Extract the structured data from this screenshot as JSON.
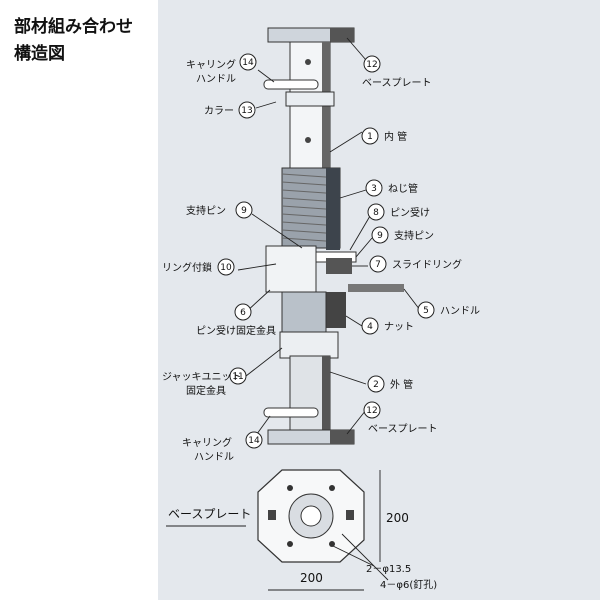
{
  "heading": {
    "line1": "部材組み合わせ",
    "line2": "構造図"
  },
  "callouts": [
    {
      "id": "cl-14-top",
      "num": "14",
      "label_lines": [
        "キャリング",
        "ハンドル"
      ]
    },
    {
      "id": "cl-12-top",
      "num": "12",
      "label_lines": [
        "ベースプレート"
      ]
    },
    {
      "id": "cl-13",
      "num": "13",
      "label_lines": [
        "カラー"
      ]
    },
    {
      "id": "cl-1",
      "num": "1",
      "label_lines": [
        "内 管"
      ]
    },
    {
      "id": "cl-3",
      "num": "3",
      "label_lines": [
        "ねじ管"
      ]
    },
    {
      "id": "cl-9-left",
      "num": "9",
      "label_lines": [
        "支持ピン"
      ]
    },
    {
      "id": "cl-8",
      "num": "8",
      "label_lines": [
        "ピン受け"
      ]
    },
    {
      "id": "cl-9-right",
      "num": "9",
      "label_lines": [
        "支持ピン"
      ]
    },
    {
      "id": "cl-10",
      "num": "10",
      "label_lines": [
        "リング付鎖"
      ]
    },
    {
      "id": "cl-7",
      "num": "7",
      "label_lines": [
        "スライドリング"
      ]
    },
    {
      "id": "cl-5",
      "num": "5",
      "label_lines": [
        "ハンドル"
      ]
    },
    {
      "id": "cl-6",
      "num": "6",
      "label_lines": [
        "ピン受け固定金具"
      ]
    },
    {
      "id": "cl-4",
      "num": "4",
      "label_lines": [
        "ナット"
      ]
    },
    {
      "id": "cl-11",
      "num": "11",
      "label_lines": [
        "ジャッキユニット",
        "固定金具"
      ]
    },
    {
      "id": "cl-2",
      "num": "2",
      "label_lines": [
        "外 管"
      ]
    },
    {
      "id": "cl-12-bot",
      "num": "12",
      "label_lines": [
        "ベースプレート"
      ]
    },
    {
      "id": "cl-14-bot",
      "num": "14",
      "label_lines": [
        "キャリング",
        "ハンドル"
      ]
    }
  ],
  "plan_view": {
    "title": "ベースプレート",
    "width_dim": "200",
    "height_dim": "200",
    "hole_note_1": "2－φ13.5",
    "hole_note_2": "4－φ6(釘孔)"
  }
}
